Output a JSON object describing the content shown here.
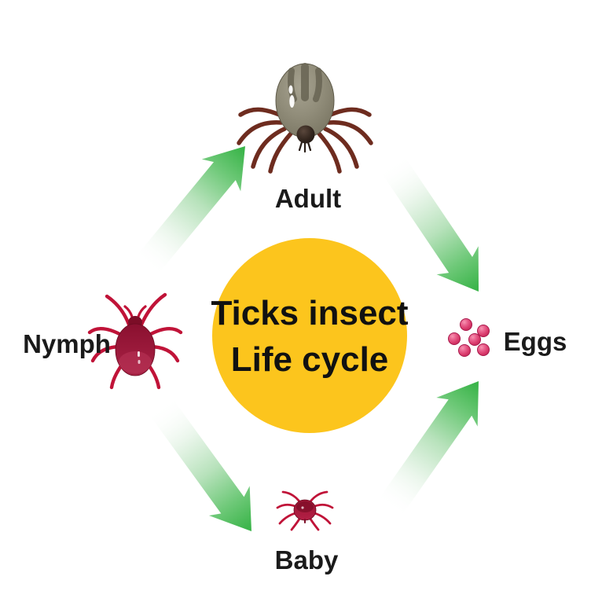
{
  "diagram": {
    "title": {
      "line1": "Ticks insect",
      "line2": "Life cycle"
    },
    "labels": {
      "adult": "Adult",
      "eggs": "Eggs",
      "baby": "Baby",
      "nymph": "Nymph"
    },
    "arrows": [
      {
        "from": "Nymph",
        "to": "Adult"
      },
      {
        "from": "Adult",
        "to": "Eggs"
      },
      {
        "from": "Baby",
        "to": "Eggs"
      },
      {
        "from": "Nymph",
        "to": "Baby"
      }
    ],
    "eggs_count": 6,
    "colors": {
      "background": "#FFFFFF",
      "center_circle": "#FCC51D",
      "arrow_green": "#3CB54B",
      "egg_pink": "#D93A6B",
      "tick_crimson": "#9C1A3C",
      "adult_body_gray": "#8F8B78",
      "text_black": "#1A1A1A"
    }
  }
}
